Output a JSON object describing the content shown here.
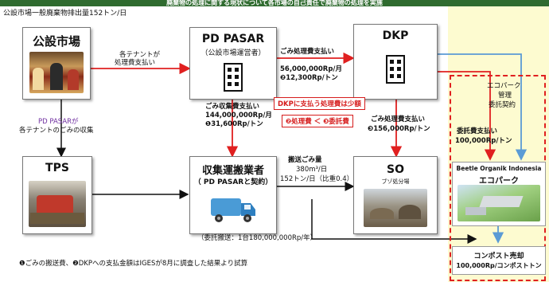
{
  "banner": "廃棄物の処理に関する現状について各市場の自己責任で廃棄物の処理を実施",
  "header_note": "公設市場一般廃棄物排出量152トン/日",
  "nodes": {
    "market": {
      "title": "公設市場"
    },
    "pdpasar": {
      "title": "PD PASAR",
      "subtitle": "（公設市場運営者）"
    },
    "dkp": {
      "title": "DKP"
    },
    "tps": {
      "title": "TPS"
    },
    "collector": {
      "title": "収集運搬業者",
      "subtitle": "（ PD PASARと契約）"
    },
    "so": {
      "title": "SO",
      "subtitle": "ブゾ処分場"
    }
  },
  "labels": {
    "tenant_fee": [
      "各テナントが",
      "処理費支払い"
    ],
    "pdpasar_collect": "PD PASARが",
    "tenant_collect": "各テナントのごみの収集",
    "disposal_fee": "ごみ処理費支払い",
    "disposal_month": "56,000,000Rp/月",
    "disposal_ton": "❷12,300Rp/トン",
    "collection_fee": "ごみ収集費支払い",
    "collection_month": "144,000,000Rp/月",
    "collection_ton": "❶31,600Rp/トン",
    "dkp_note": "DKPに支払う処理費は少額",
    "compare_note": "❷処理費 ＜ ❸委託費",
    "dkp_disposal_fee": "ごみ処理費支払い",
    "dkp_disposal_ton": "❸156,000Rp/トン",
    "transport_title": "搬送ごみ量",
    "transport_volume": "380m³/日",
    "transport_ton": "152トン/日（比重0.4）",
    "contract_note": "（委託搬送：1台180,000,000Rp/年）",
    "footnote": "❶ごみの搬送費、❷DKPへの支払金額はIGESが8月に調査した結果より試算"
  },
  "ecopark": {
    "mgmt": [
      "エコパーク",
      "管理",
      "委託契約"
    ],
    "fee_title": "委託費支払い",
    "fee_value": "100,000Rp/トン",
    "park_title": "Beetle Organik Indonesia",
    "park_name": "エコパーク",
    "compost_title": "コンポスト売却",
    "compost_value": "100,000Rp/コンポストトン"
  },
  "colors": {
    "red": "#e02020",
    "blue": "#5b9bd5",
    "purple": "#7030a0",
    "yellow": "#fdfbd0"
  }
}
